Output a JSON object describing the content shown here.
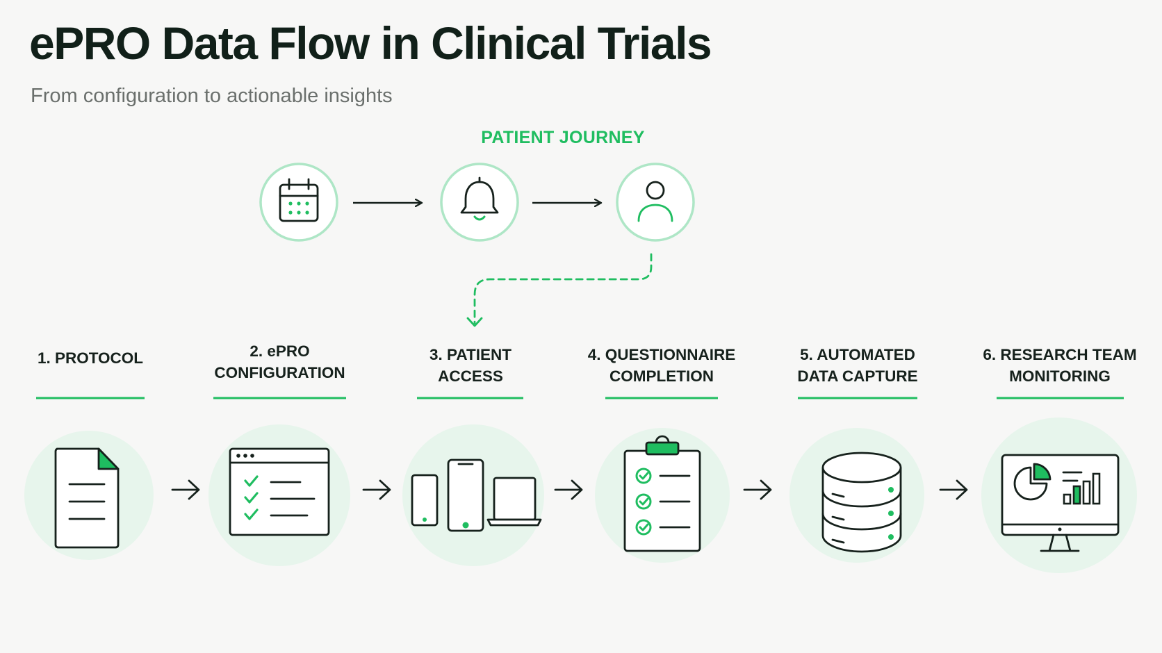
{
  "header": {
    "title": "ePRO Data Flow in Clinical Trials",
    "subtitle": "From configuration to actionable insights"
  },
  "journey": {
    "title": "PATIENT JOURNEY",
    "icons": [
      "calendar-icon",
      "bell-icon",
      "user-icon"
    ]
  },
  "steps": [
    {
      "line1": "1. PROTOCOL",
      "line2": "",
      "icon": "document-icon"
    },
    {
      "line1": "2. ePRO",
      "line2": "CONFIGURATION",
      "icon": "browser-checklist-icon"
    },
    {
      "line1": "3. PATIENT",
      "line2": "ACCESS",
      "icon": "devices-icon"
    },
    {
      "line1": "4. QUESTIONNAIRE",
      "line2": "COMPLETION",
      "icon": "clipboard-icon"
    },
    {
      "line1": "5. AUTOMATED",
      "line2": "DATA CAPTURE",
      "icon": "database-icon"
    },
    {
      "line1": "6. RESEARCH TEAM",
      "line2": "MONITORING",
      "icon": "monitor-chart-icon"
    }
  ],
  "colors": {
    "accent": "#1fbd60",
    "accent_light": "#aee6c6",
    "icon_bg": "#e7f5ec",
    "ink": "#16211c",
    "muted": "#6a6f6c"
  }
}
